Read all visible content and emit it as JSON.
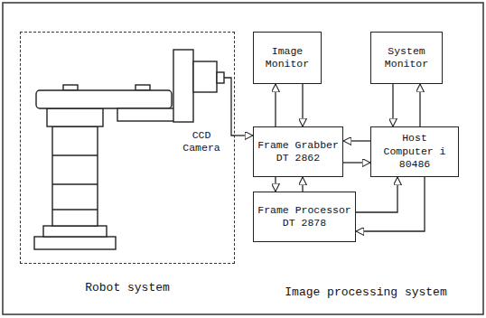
{
  "diagram": {
    "nodes": [
      {
        "text": [
          "Robot system"
        ]
      },
      {
        "text": [
          "Image Monitor"
        ]
      },
      {
        "text": [
          "System Monitor"
        ]
      },
      {
        "text": [
          "Frame Grabber DT 2862"
        ]
      },
      {
        "text": [
          "Host Computer i 80486"
        ]
      },
      {
        "text": [
          "Frame Processor DT 2878"
        ]
      }
    ],
    "edges": [
      {
        "from": 0,
        "to": 3,
        "arrow": "to"
      },
      {
        "from": 3,
        "to": 1,
        "arrow": "to"
      },
      {
        "from": 1,
        "to": 3,
        "arrow": "to"
      },
      {
        "from": 2,
        "to": 4,
        "arrow": "to"
      },
      {
        "from": 4,
        "to": 2,
        "arrow": "to"
      },
      {
        "from": 4,
        "to": 3,
        "arrow": "to"
      },
      {
        "from": 3,
        "to": 4,
        "arrow": "to"
      },
      {
        "from": 3,
        "to": 5,
        "arrow": "to"
      },
      {
        "from": 5,
        "to": 3,
        "arrow": "to"
      },
      {
        "from": 5,
        "to": 4,
        "arrow": "to"
      },
      {
        "from": 4,
        "to": 5,
        "arrow": "to"
      }
    ],
    "labels": [
      "CCD Camera",
      "Image processing system"
    ]
  }
}
